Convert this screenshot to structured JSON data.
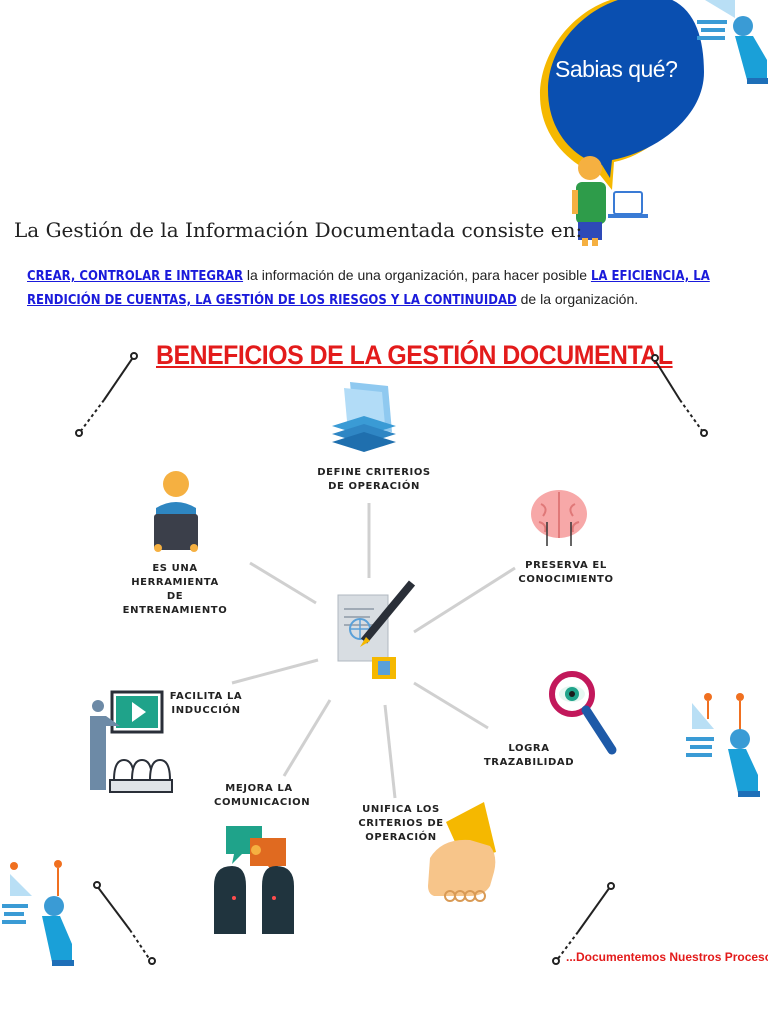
{
  "bubble": {
    "text": "Sabias qué?"
  },
  "intro": {
    "text": "La Gestión de la Información Documentada consiste en:"
  },
  "paragraph": {
    "highlight_1": "CREAR, CONTROLAR E INTEGRAR",
    "text_1": " la información de una organización, para hacer posible ",
    "highlight_2": "LA EFICIENCIA, LA RENDICIÓN DE CUENTAS, LA GESTIÓN DE LOS RIESGOS Y LA CONTINUIDAD",
    "text_2": " de la organización."
  },
  "title": "BENEFICIOS DE LA GESTIÓN DOCUMENTAL",
  "benefits": {
    "define": "DEFINE CRITERIOS DE OPERACIÓN",
    "herramienta": "ES UNA HERRAMIENTA DE ENTRENAMIENTO",
    "preserva": "PRESERVA EL CONOCIMIENTO",
    "induccion": "FACILITA LA INDUCCIÓN",
    "trazabilidad": "LOGRA TRAZABILIDAD",
    "comunicacion": "MEJORA LA COMUNICACION",
    "unifica": "UNIFICA LOS CRITERIOS DE OPERACIÓN"
  },
  "footer": "...Documentemos Nuestros Procesos",
  "colors": {
    "title_red": "#e31b1b",
    "link_blue": "#1a1adb",
    "bubble_blue": "#0a4fb0",
    "bubble_yellow": "#f5b800"
  },
  "icons": [
    "speech-bubble-icon",
    "kid-laptop-icon",
    "touch-tech-icon",
    "paper-stack-icon",
    "person-laptop-icon",
    "brain-icon",
    "document-pen-icon",
    "presentation-icon",
    "magnifier-eye-icon",
    "chat-heads-icon",
    "handshake-icon"
  ]
}
